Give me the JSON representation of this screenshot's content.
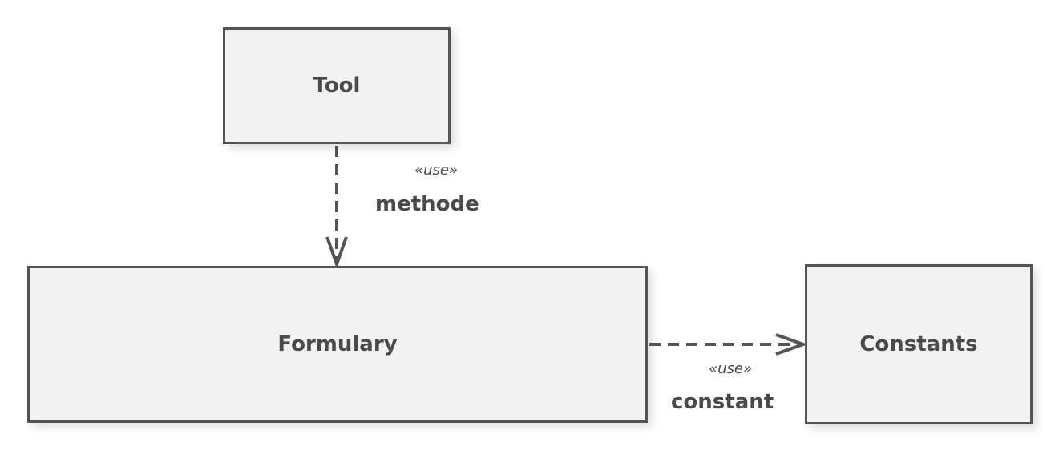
{
  "nodes": {
    "tool": "Tool",
    "formulary": "Formulary",
    "constants": "Constants"
  },
  "edges": [
    {
      "from": "Tool",
      "to": "Formulary",
      "stereotype": "«use»",
      "label": "methode"
    },
    {
      "from": "Formulary",
      "to": "Constants",
      "stereotype": "«use»",
      "label": "constant"
    }
  ],
  "colors": {
    "box_fill": "#f2f2f2",
    "stroke": "#545454",
    "text": "#4a4a4a"
  }
}
